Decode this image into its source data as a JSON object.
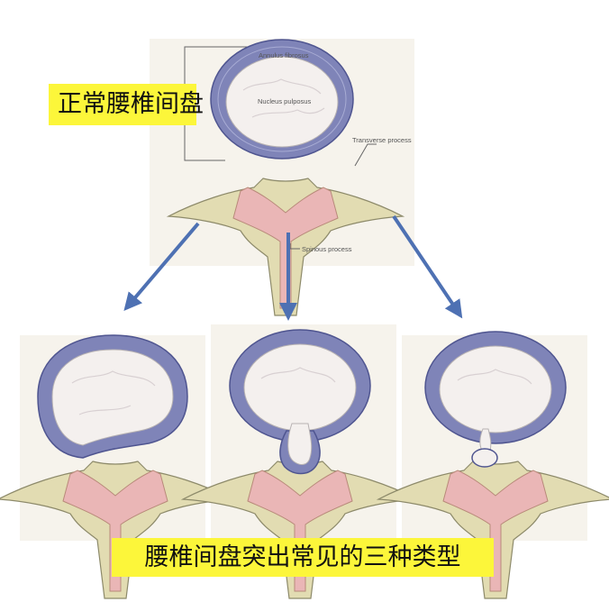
{
  "labels": {
    "annulus": "Annulus fibrosus",
    "nucleus": "Nucleus pulposus",
    "transverse": "Transverse process",
    "spinous": "Spinous process"
  },
  "titles": {
    "top": "正常腰椎间盘",
    "bottom": "腰椎间盘突出常见的三种类型"
  },
  "colors": {
    "annulus": "#7f84b8",
    "nucleus": "#f4f0ee",
    "bone": "#e2dcb2",
    "marrow": "#e9b8b8",
    "arrow": "#4e71b3",
    "highlight": "#fcf63a"
  }
}
